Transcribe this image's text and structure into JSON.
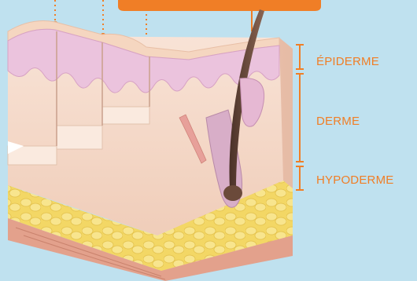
{
  "colors": {
    "background": "#bfe1ef",
    "accent": "#f07e26",
    "epidermis_top": "#f7d9c4",
    "epidermis_layer": "#ecc6df",
    "dermis": "#f6dccf",
    "hypodermis_fat": "#f5e27a",
    "muscle": "#e3a18c",
    "hair": "#6b4a3a"
  },
  "labels": {
    "epidermis": "ÉPIDERME",
    "dermis": "DERME",
    "hypodermis": "HYPODERME"
  }
}
